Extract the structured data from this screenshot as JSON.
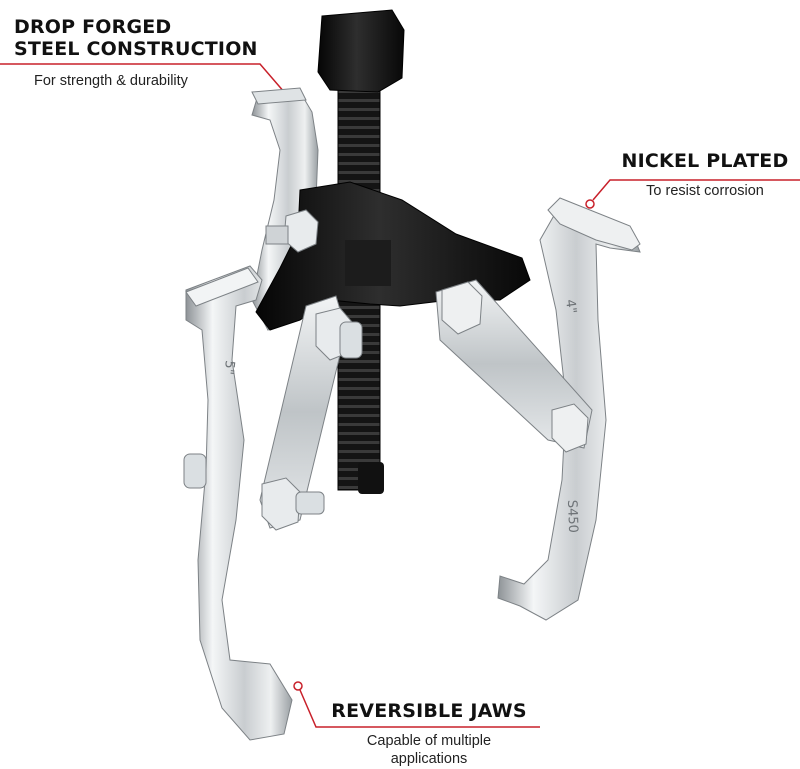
{
  "callouts": {
    "drop_forged": {
      "title_line1": "DROP FORGED",
      "title_line2": "STEEL CONSTRUCTION",
      "subtitle": "For strength & durability"
    },
    "nickel_plated": {
      "title": "NICKEL PLATED",
      "subtitle": "To resist corrosion"
    },
    "reversible_jaws": {
      "title": "REVERSIBLE JAWS",
      "subtitle_line1": "Capable of multiple",
      "subtitle_line2": "applications"
    }
  },
  "product": {
    "jaw_markings": [
      "4\"",
      "S450",
      "5\""
    ]
  },
  "colors": {
    "accent_line": "#c8202a",
    "steel_light": "#e9ecee",
    "steel_mid": "#b7bcc0",
    "steel_dark": "#7d8286",
    "black_part": "#151515",
    "background": "#ffffff"
  }
}
